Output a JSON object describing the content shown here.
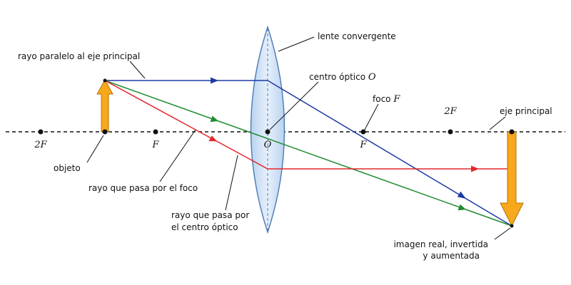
{
  "labels": {
    "lens": "lente convergente",
    "parallel_ray": "rayo paralelo al eje principal",
    "optical_center": "centro óptico",
    "optical_center_symbol": "O",
    "focus": "foco",
    "focus_symbol": "F",
    "two_f_right": "2F",
    "main_axis": "eje principal",
    "two_f_left": "2F",
    "f_left": "F",
    "o_point": "O",
    "f_right": "F",
    "object": "objeto",
    "focus_ray": "rayo que pasa por el foco",
    "center_ray_line1": "rayo que pasa por",
    "center_ray_line2": "el centro óptico",
    "image_line1": "imagen real, invertida",
    "image_line2": "y aumentada"
  },
  "colors": {
    "blue_ray": "#1f3aa6",
    "green_ray": "#1f8a2e",
    "red_ray": "#e3262b",
    "arrow_fill": "#f7a81b",
    "arrow_stroke": "#b8700a",
    "lens_fill": "#cfe2f5",
    "lens_stroke": "#4b79b3"
  }
}
